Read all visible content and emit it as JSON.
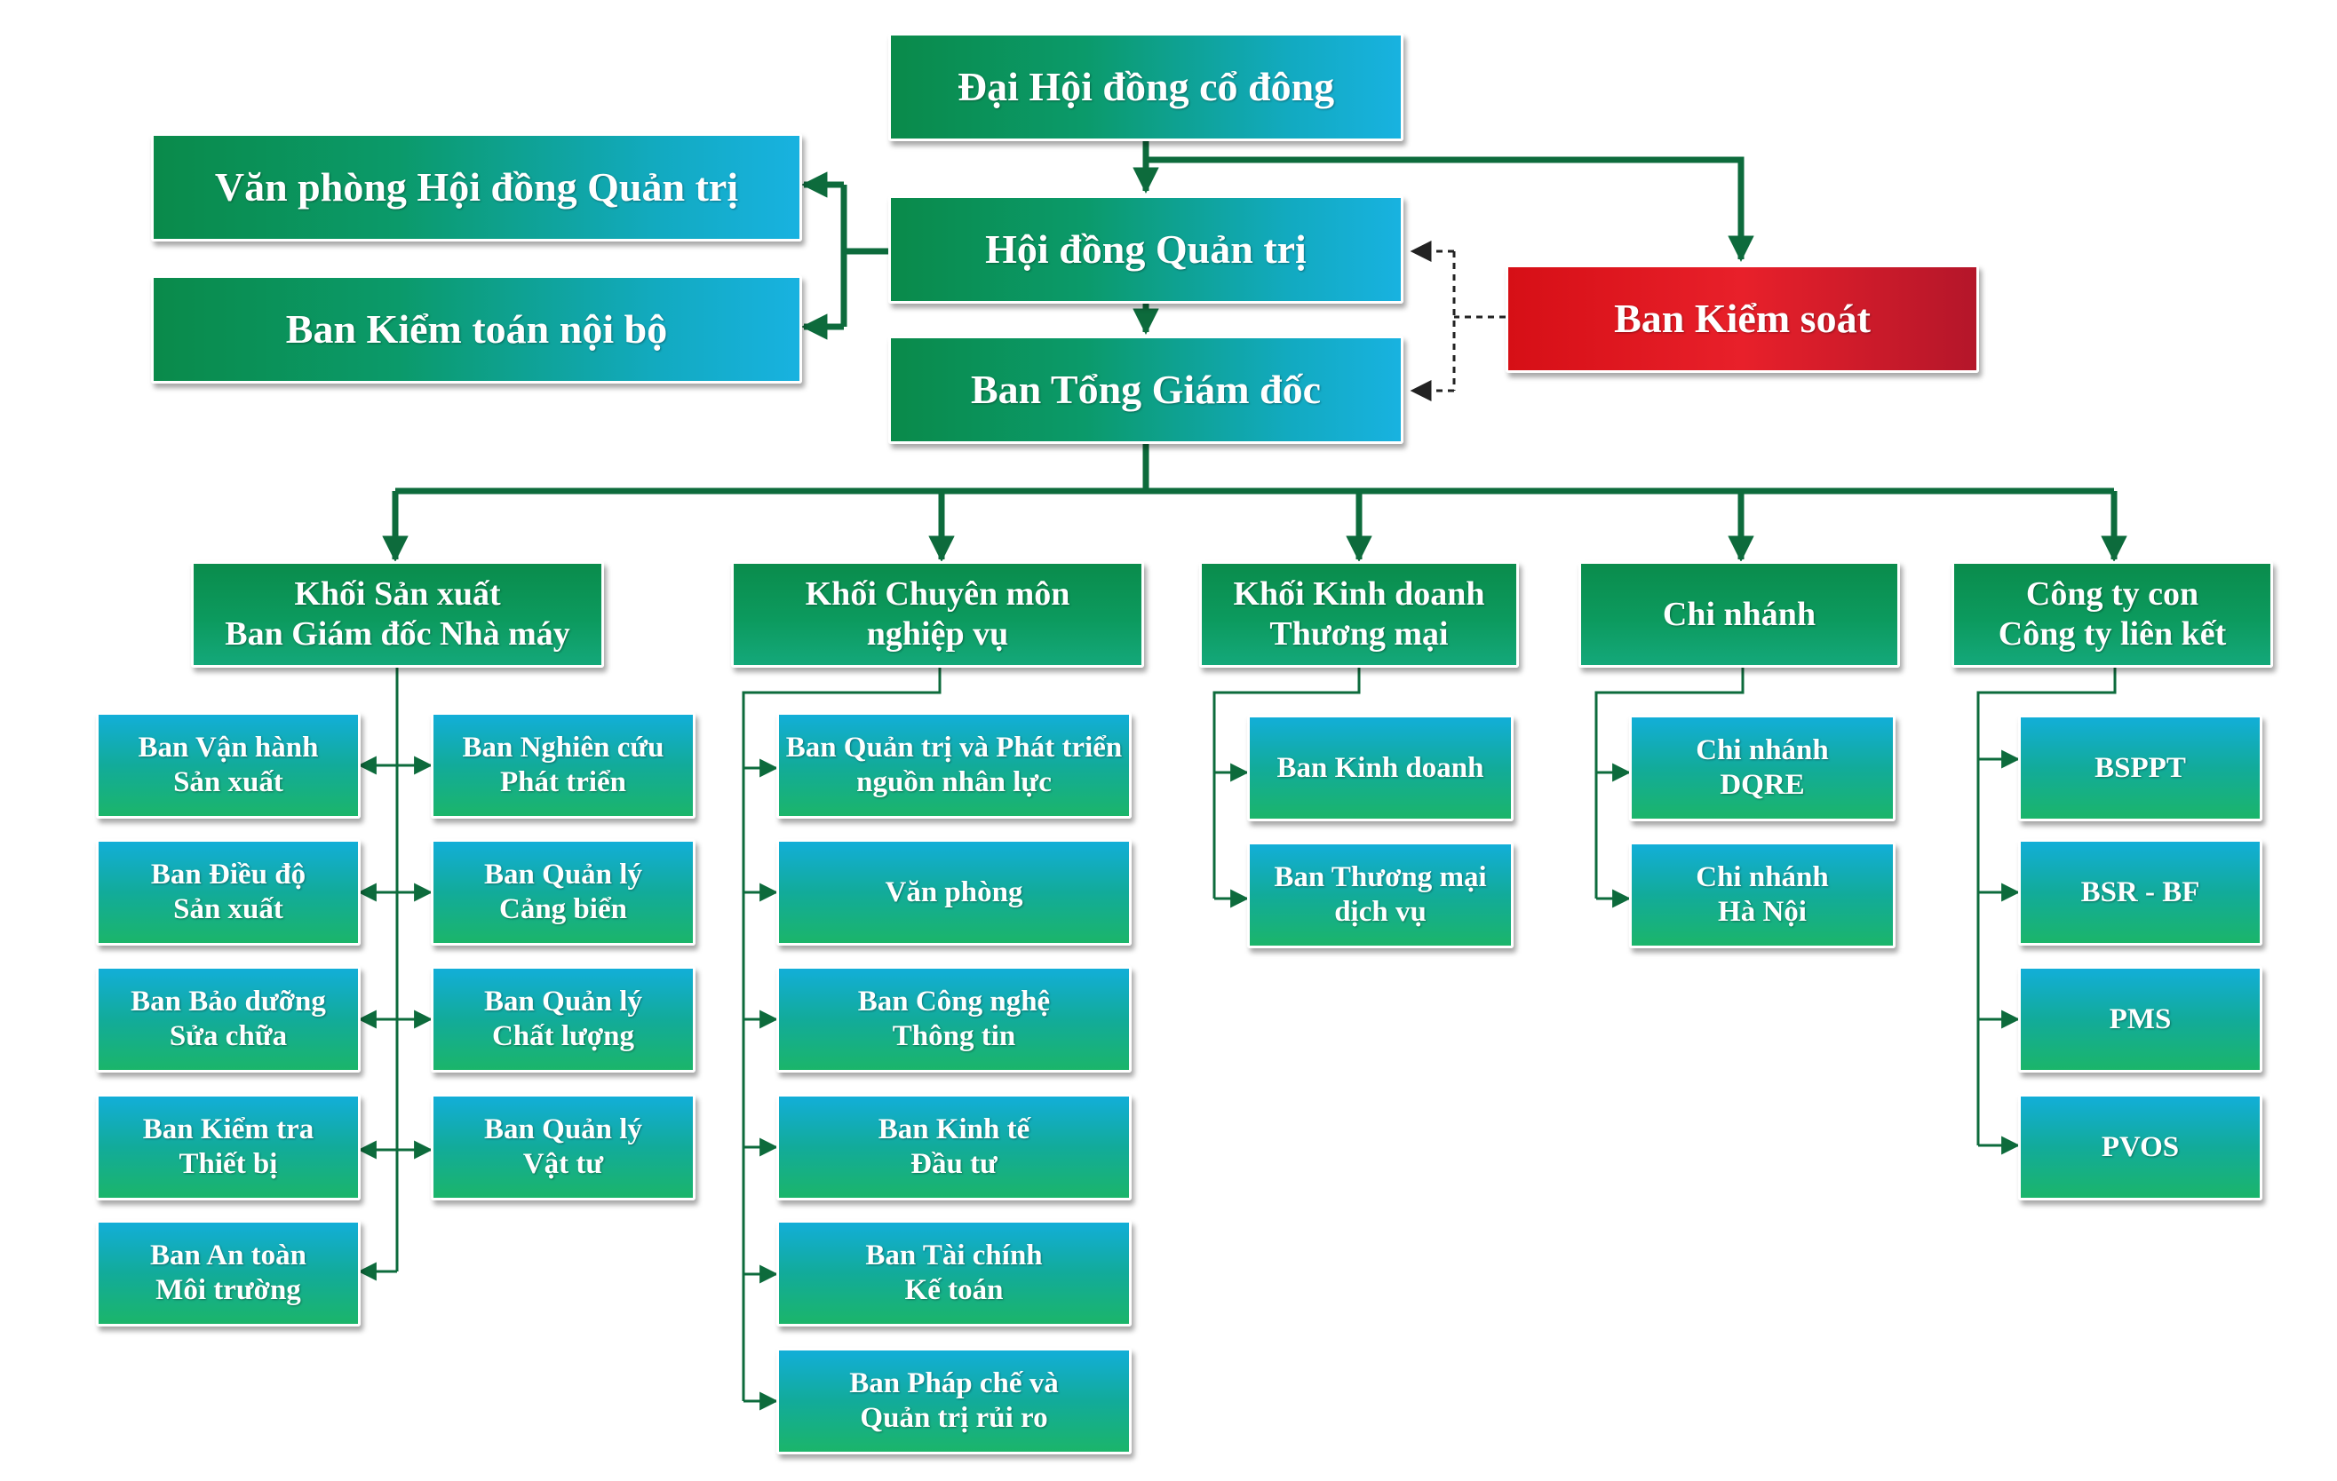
{
  "colors": {
    "line": "#0d6b3c",
    "dashed": "#333333",
    "red_box": "#e8202a"
  },
  "top": {
    "shareholders": "Đại Hội đồng cổ đông",
    "board": "Hội đồng Quản trị",
    "board_office": "Văn phòng Hội đồng Quản trị",
    "internal_audit": "Ban Kiểm toán nội bộ",
    "supervisory": "Ban Kiểm soát",
    "ceo": "Ban Tổng Giám đốc"
  },
  "blocks": {
    "production": [
      "Khối Sản xuất",
      "Ban Giám đốc Nhà máy"
    ],
    "professional": [
      "Khối Chuyên môn",
      "nghiệp vụ"
    ],
    "business": [
      "Khối Kinh doanh",
      "Thương mại"
    ],
    "branches": [
      "Chi nhánh"
    ],
    "subsidiaries": [
      "Công ty con",
      "Công ty liên kết"
    ]
  },
  "production_left": [
    [
      "Ban Vận hành",
      "Sản xuất"
    ],
    [
      "Ban Điều độ",
      "Sản xuất"
    ],
    [
      "Ban Bảo dưỡng",
      "Sửa chữa"
    ],
    [
      "Ban Kiểm tra",
      "Thiết bị"
    ],
    [
      "Ban An toàn",
      "Môi trường"
    ]
  ],
  "production_right": [
    [
      "Ban Nghiên cứu",
      "Phát triển"
    ],
    [
      "Ban Quản lý",
      "Cảng biển"
    ],
    [
      "Ban Quản lý",
      "Chất lượng"
    ],
    [
      "Ban Quản lý",
      "Vật tư"
    ]
  ],
  "professional_units": [
    [
      "Ban Quản trị và Phát triển",
      "nguồn nhân lực"
    ],
    [
      "Văn phòng"
    ],
    [
      "Ban Công nghệ",
      "Thông tin"
    ],
    [
      "Ban Kinh tế",
      "Đầu tư"
    ],
    [
      "Ban Tài chính",
      "Kế toán"
    ],
    [
      "Ban Pháp chế và",
      "Quản trị rủi ro"
    ]
  ],
  "business_units": [
    [
      "Ban Kinh doanh"
    ],
    [
      "Ban Thương mại",
      "dịch vụ"
    ]
  ],
  "branch_units": [
    [
      "Chi nhánh",
      "DQRE"
    ],
    [
      "Chi nhánh",
      "Hà Nội"
    ]
  ],
  "subsidiary_units": [
    [
      "BSPPT"
    ],
    [
      "BSR - BF"
    ],
    [
      "PMS"
    ],
    [
      "PVOS"
    ]
  ]
}
